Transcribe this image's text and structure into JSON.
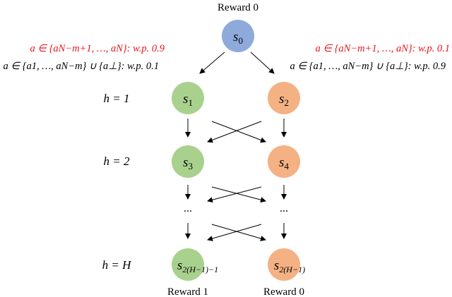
{
  "rewards": {
    "top": "Reward 0",
    "bottom_left": "Reward 1",
    "bottom_right": "Reward 0"
  },
  "levels": {
    "h1": "h = 1",
    "h2": "h = 2",
    "hH": "h = H"
  },
  "nodes": {
    "s0": {
      "base": "s",
      "sub": "0"
    },
    "s1": {
      "base": "s",
      "sub": "1"
    },
    "s2": {
      "base": "s",
      "sub": "2"
    },
    "s3": {
      "base": "s",
      "sub": "3"
    },
    "s4": {
      "base": "s",
      "sub": "4"
    },
    "sL": {
      "base": "s",
      "sub": "2(H−1)−1"
    },
    "sR": {
      "base": "s",
      "sub": "2(H−1)"
    }
  },
  "ellipsis": "...",
  "rules": {
    "left_red": "a ∈ {aN−m+1, …, aN}: w.p. 0.9",
    "left_black": "a ∈ {a1, …, aN−m} ∪ {a⊥}: w.p. 0.1",
    "right_red": "a ∈ {aN−m+1, …, aN}: w.p. 0.1",
    "right_black": "a ∈ {a1, …, aN−m} ∪ {a⊥}: w.p. 0.9"
  },
  "colors": {
    "top_node": "#8eaadb",
    "left_node": "#a9d18e",
    "right_node": "#f4b183",
    "highlight": "#e8151a"
  }
}
